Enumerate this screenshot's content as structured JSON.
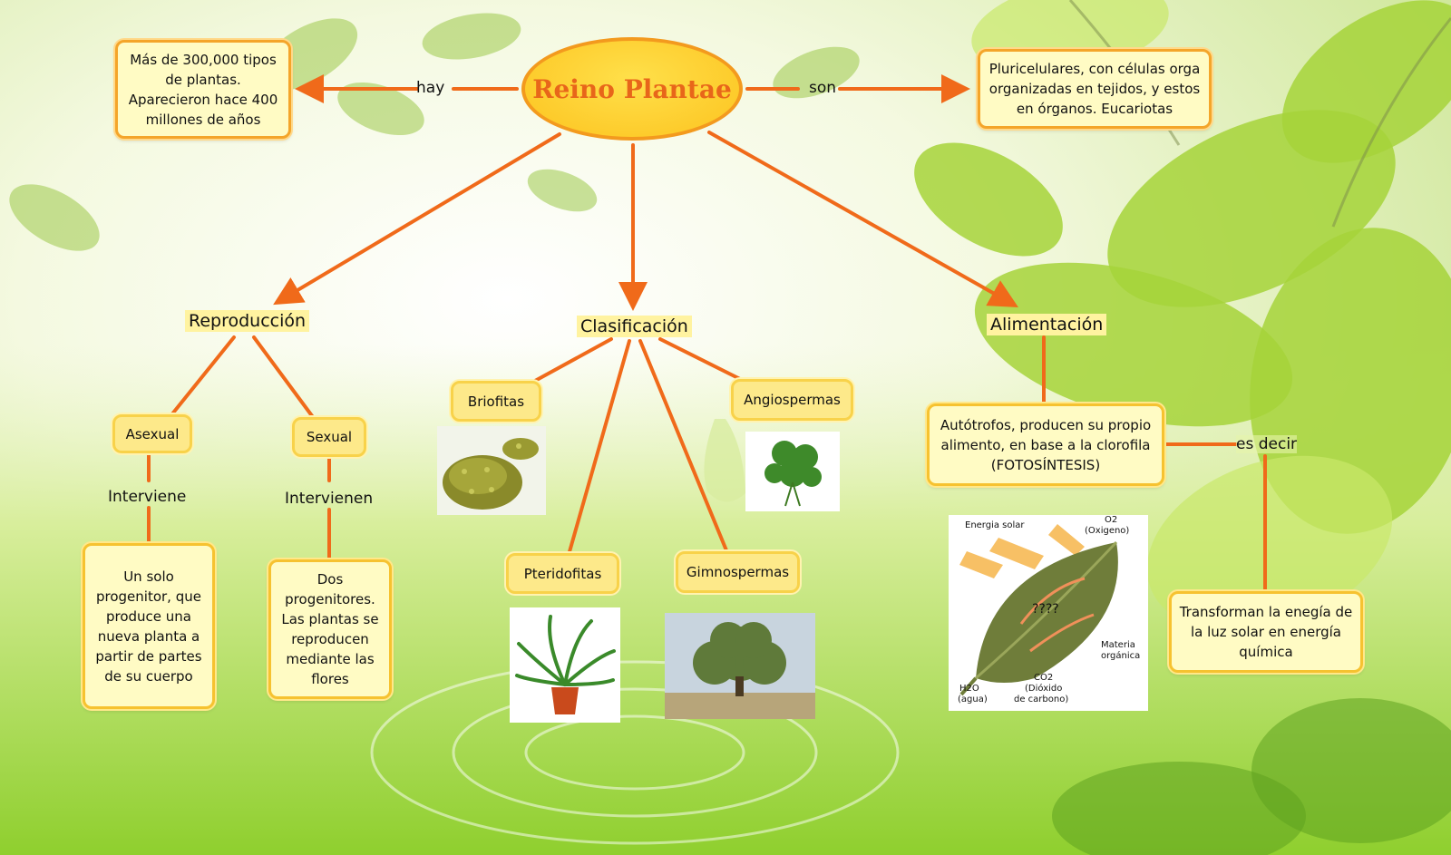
{
  "root": "Reino Plantae",
  "left_link": "hay",
  "right_link": "son",
  "left_box": "Más de 300,000 tipos de plantas. Aparecieron hace 400 millones de años",
  "right_box": "Pluricelulares, con células orga organizadas en tejidos, y estos en órganos. Eucariotas",
  "reproduccion": {
    "title": "Reproducción",
    "asexual": "Asexual",
    "sexual": "Sexual",
    "asexual_link": "Interviene",
    "sexual_link": "Intervienen",
    "asexual_box": "Un solo progenitor, que produce una nueva planta a partir de partes de su cuerpo",
    "sexual_box": "Dos progenitores. Las plantas se reproducen mediante las flores"
  },
  "clasificacion": {
    "title": "Clasificación",
    "briofitas": "Briofitas",
    "angiospermas": "Angiospermas",
    "pteridofitas": "Pteridofitas",
    "gimnospermas": "Gimnospermas"
  },
  "alimentacion": {
    "title": "Alimentación",
    "box": "Autótrofos, producen su propio alimento, en base a la clorofila (FOTOSÍNTESIS)",
    "link": "es decir",
    "result_box": "Transforman la enegía de la luz solar en energía química",
    "diagram": {
      "sun": "Energia solar",
      "o2": "O2",
      "o2_sub": "(Oxigeno)",
      "center": "????",
      "organic": "Materia",
      "organic2": "orgánica",
      "water": "H2O",
      "water_sub": "(agua)",
      "co2": "CO2",
      "co2_sub": "(Dióxido",
      "co2_sub2": "de carbono)"
    }
  },
  "colors": {
    "arrow": "#f06a1a",
    "box_border": "#f6c230",
    "root_text": "#e8661a"
  }
}
